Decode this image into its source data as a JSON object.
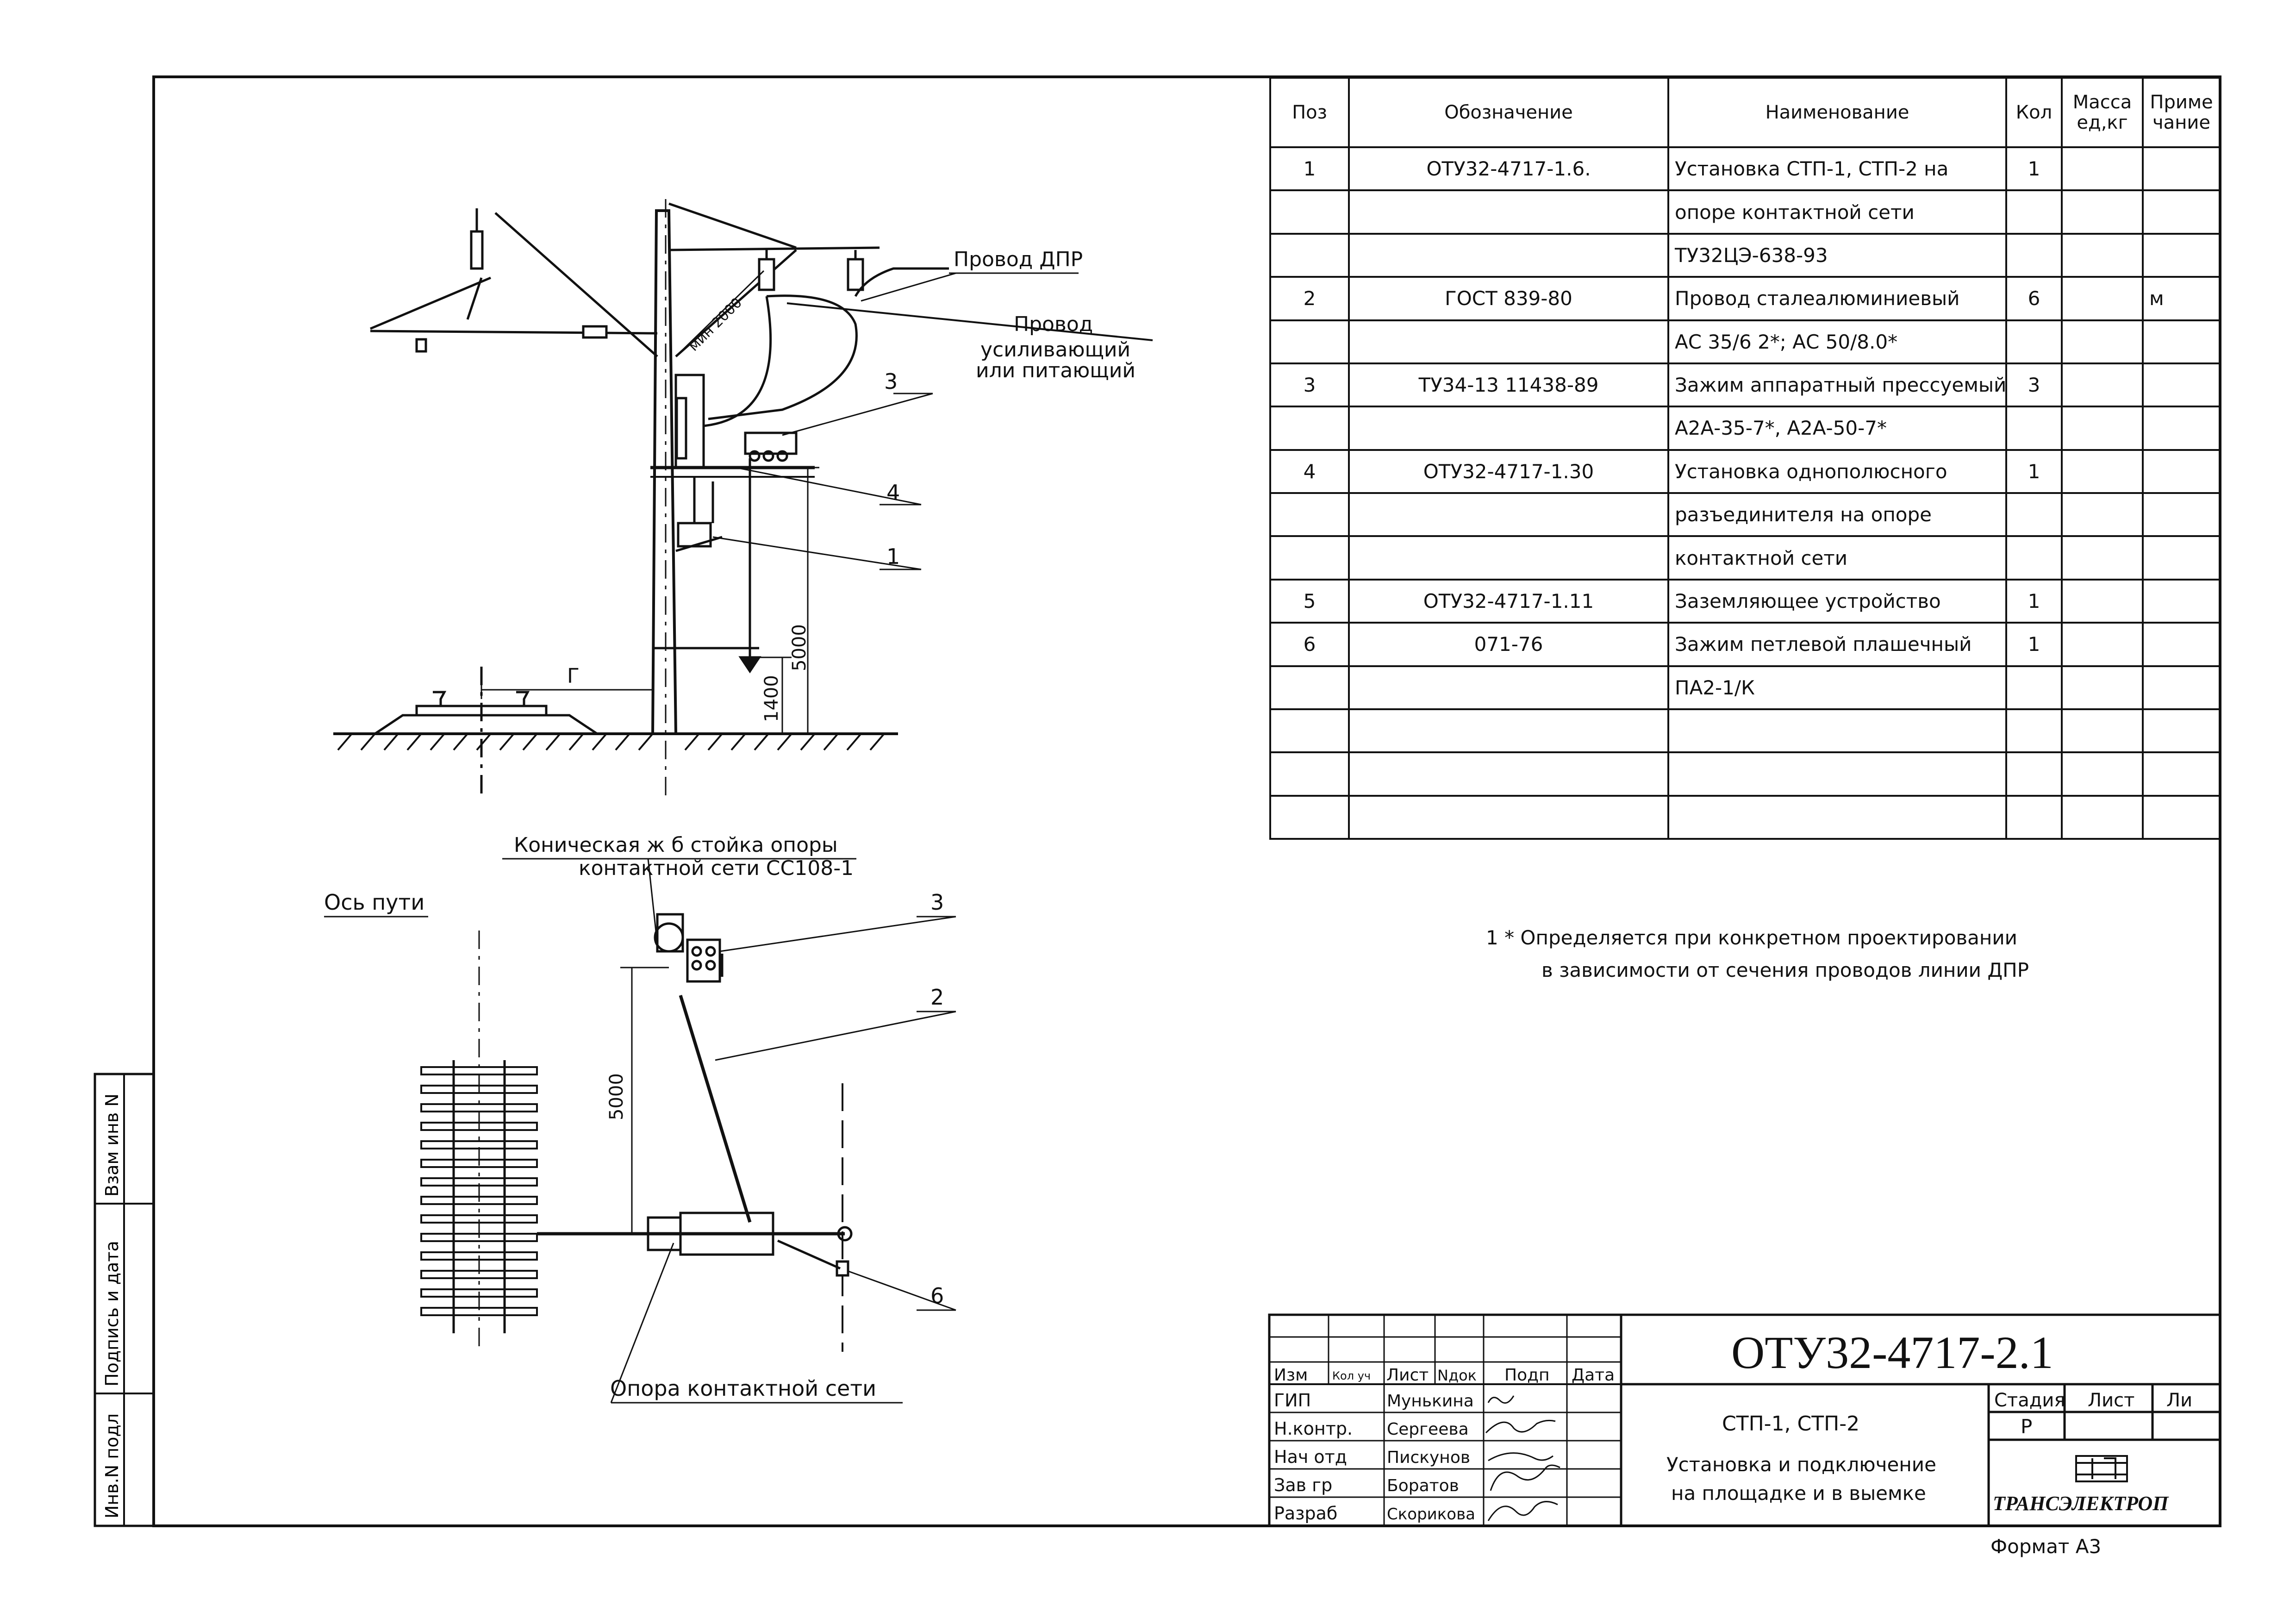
{
  "spec_table": {
    "headers": [
      "Поз",
      "Обозначение",
      "Наименование",
      "Кол",
      "Масса ед,кг",
      "Приме чание"
    ],
    "rows": [
      [
        "1",
        "ОТУ32-4717-1.6.",
        "Установка СТП-1, СТП-2 на",
        "1",
        "",
        ""
      ],
      [
        "",
        "",
        "опоре контактной сети",
        "",
        "",
        ""
      ],
      [
        "",
        "",
        "ТУ32ЦЭ-638-93",
        "",
        "",
        ""
      ],
      [
        "2",
        "ГОСТ 839-80",
        "Провод сталеалюминиевый",
        "6",
        "",
        "м"
      ],
      [
        "",
        "",
        "АС 35/6 2*; АС 50/8.0*",
        "",
        "",
        ""
      ],
      [
        "3",
        "ТУ34-13 11438-89",
        "Зажим аппаратный прессуемый",
        "3",
        "",
        ""
      ],
      [
        "",
        "",
        "А2А-35-7*, А2А-50-7*",
        "",
        "",
        ""
      ],
      [
        "4",
        "ОТУ32-4717-1.30",
        "Установка однополюсного",
        "1",
        "",
        ""
      ],
      [
        "",
        "",
        "разъединителя на опоре",
        "",
        "",
        ""
      ],
      [
        "",
        "",
        "контактной сети",
        "",
        "",
        ""
      ],
      [
        "5",
        "ОТУ32-4717-1.11",
        "Заземляющее устройство",
        "1",
        "",
        ""
      ],
      [
        "6",
        "071-76",
        "Зажим петлевой плашечный",
        "1",
        "",
        ""
      ],
      [
        "",
        "",
        "ПА2-1/К",
        "",
        "",
        ""
      ],
      [
        "",
        "",
        "",
        "",
        "",
        ""
      ],
      [
        "",
        "",
        "",
        "",
        "",
        ""
      ],
      [
        "",
        "",
        "",
        "",
        "",
        ""
      ]
    ]
  },
  "notes": {
    "line1": "1  * Определяется при конкретном проектировании",
    "line2": "в зависимости от сечения проводов линии ДПР"
  },
  "elevation": {
    "label_dpr": "Провод ДПР",
    "label_wire1": "Провод",
    "label_wire2": "усиливающий",
    "label_wire3": "или питающий",
    "dim_min": "мин 2000",
    "dim_5000": "5000",
    "dim_1400": "1400",
    "dim_g": "Г",
    "callouts": [
      "3",
      "4",
      "1"
    ]
  },
  "plan": {
    "label_pole1": "Коническая ж б  стойка опоры",
    "label_pole2": "контактной сети СС108-1",
    "label_axis": "Ось пути",
    "label_support": "Опора контактной сети",
    "dim_5000": "5000",
    "callouts": [
      "3",
      "2",
      "6"
    ]
  },
  "side_stamp": {
    "labels": [
      "Инв.N подл",
      "Подпись и дата",
      "Взам инв N"
    ]
  },
  "title_block": {
    "doc_code": "ОТУ32-4717-2.1",
    "col_headers": [
      "Изм",
      "Кол уч",
      "Лист",
      "Nдок",
      "Подп",
      "Дата"
    ],
    "roles": [
      {
        "role": "ГИП",
        "name": "Мунькина"
      },
      {
        "role": "Н.контр.",
        "name": "Сергеева"
      },
      {
        "role": "Нач отд",
        "name": "Пискунов"
      },
      {
        "role": "Зав гр",
        "name": "Боратов"
      },
      {
        "role": "Разраб",
        "name": "Скорикова"
      }
    ],
    "title1": "СТП-1, СТП-2",
    "title2": "Установка и подключение",
    "title3": "на площадке и в выемке",
    "stage_header": "Стадия",
    "sheet_header": "Лист",
    "sheets_header": "Ли",
    "stage_value": "Р",
    "company": "ТРАНСЭЛЕКТРОП",
    "format": "Формат А3"
  }
}
